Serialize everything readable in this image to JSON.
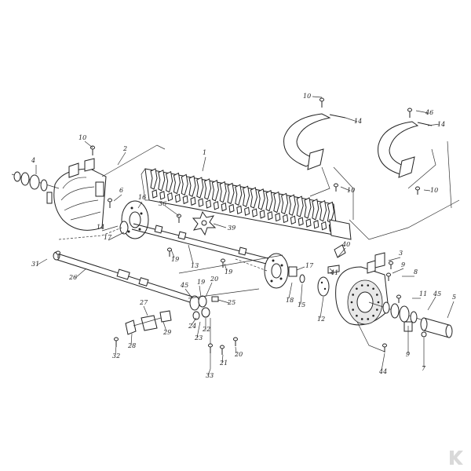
{
  "diagram": {
    "part_labels": {
      "p1": "1",
      "p2": "2",
      "p3": "3",
      "p4": "4",
      "p5": "5",
      "p6": "6",
      "p7": "7",
      "p8": "8",
      "p9a": "9",
      "p9b": "9",
      "p10a": "10",
      "p10b": "10",
      "p10c": "10",
      "p10d": "10",
      "p11": "11",
      "p12": "12",
      "p13": "13",
      "p14a": "14",
      "p14b": "14",
      "p14c": "14",
      "p15": "15",
      "p16": "16",
      "p17a": "17",
      "p17b": "17",
      "p18": "18",
      "p19a": "19",
      "p19b": "19",
      "p19c": "19",
      "p20a": "20",
      "p20b": "20",
      "p21": "21",
      "p22": "22",
      "p23": "23",
      "p24": "24",
      "p25": "25",
      "p26": "26",
      "p27": "27",
      "p28": "28",
      "p29": "29",
      "p31": "31",
      "p32": "32",
      "p33": "33",
      "p36": "36",
      "p39": "39",
      "p40": "40",
      "p41": "41",
      "p44": "44",
      "p45a": "45",
      "p45b": "45",
      "p46": "46"
    }
  },
  "logo": {
    "icon": "kramp-k-logo",
    "color": "#d9d9d9"
  }
}
